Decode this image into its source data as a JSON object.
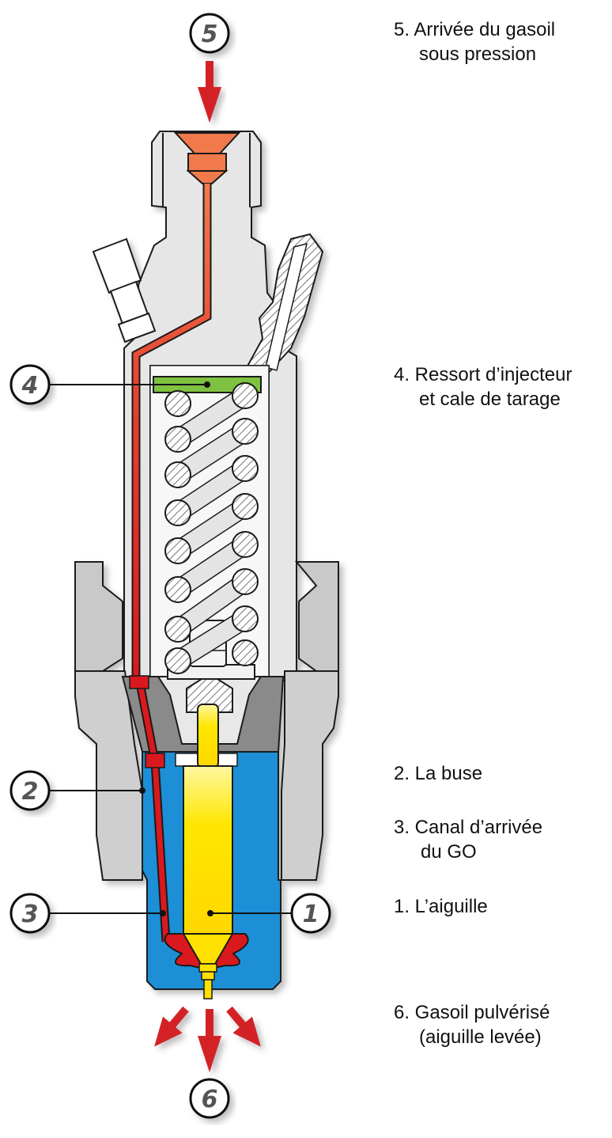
{
  "title": "Injecteur diesel – coupe",
  "colors": {
    "body": "#e6e6e6",
    "body_dark": "#8a8a8a",
    "nozzle": "#1b8fd6",
    "needle": "#ffe000",
    "fuel_inlet": "#f07a4c",
    "fuel_channel": "#d9191e",
    "shim": "#7fc241",
    "arrow": "#d32027",
    "outline": "#1a1a1a"
  },
  "callouts": [
    {
      "number": "5",
      "target": "arrivee-gasoil"
    },
    {
      "number": "4",
      "target": "ressort-cale"
    },
    {
      "number": "2",
      "target": "buse"
    },
    {
      "number": "3",
      "target": "canal-arrivee"
    },
    {
      "number": "1",
      "target": "aiguille"
    },
    {
      "number": "6",
      "target": "gasoil-pulverise"
    }
  ],
  "legend": [
    {
      "id": "arrivee-gasoil",
      "line1": "5. Arrivée du gasoil",
      "line2": "sous pression"
    },
    {
      "id": "ressort-cale",
      "line1": "4. Ressort d’injecteur",
      "line2": "et cale de tarage"
    },
    {
      "id": "buse",
      "line1": "2. La buse",
      "line2": ""
    },
    {
      "id": "canal-arrivee",
      "line1": "3. Canal d’arrivée",
      "line2": "du GO"
    },
    {
      "id": "aiguille",
      "line1": "1. L’aiguille",
      "line2": ""
    },
    {
      "id": "gasoil-pulverise",
      "line1": "6. Gasoil pulvérisé",
      "line2": "(aiguille levée)"
    }
  ]
}
